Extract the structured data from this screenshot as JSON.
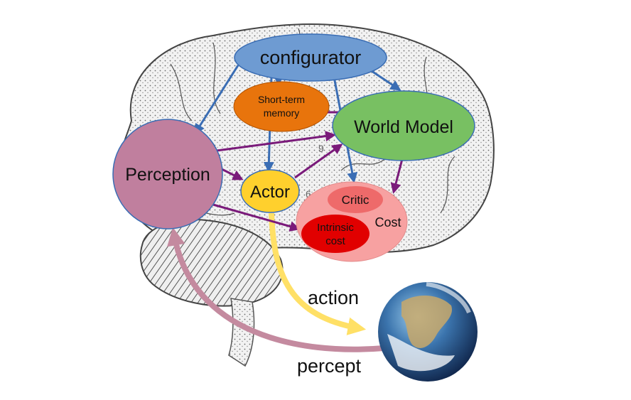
{
  "nodes": {
    "configurator": {
      "label": "configurator",
      "color": "#6E9BD2"
    },
    "short_term_memory": {
      "label_line1": "Short-term",
      "label_line2": "memory",
      "color": "#E8740C"
    },
    "world_model": {
      "label": "World Model",
      "color": "#78C062"
    },
    "perception": {
      "label": "Perception",
      "color": "#C07F9E"
    },
    "actor": {
      "label": "Actor",
      "color": "#FFD02D"
    },
    "cost": {
      "label": "Cost",
      "color": "#F7A1A1"
    },
    "critic": {
      "label": "Critic",
      "color": "#EE6A6A"
    },
    "intrinsic_cost": {
      "label_line1": "Intrinsic",
      "label_line2": "cost",
      "color": "#E10000"
    }
  },
  "flows": {
    "action": {
      "label": "action",
      "color": "#FFE066"
    },
    "percept": {
      "label": "percept",
      "color": "#C48A9F"
    }
  },
  "arrow_colors": {
    "configurator": "#3A6DB4",
    "internal": "#7A1A7A"
  },
  "brain_numbers": [
    "6",
    "9"
  ]
}
